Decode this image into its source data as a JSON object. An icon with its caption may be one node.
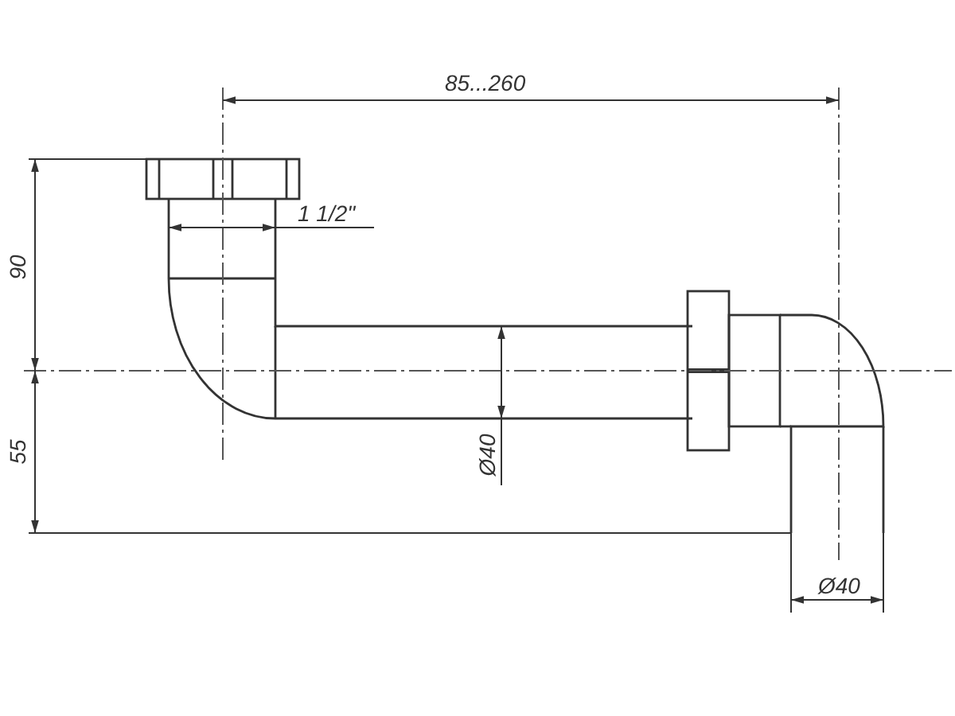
{
  "diagram": {
    "labels": [
      "85...260",
      "1 1/2\"",
      "90",
      "55",
      "Ø40",
      "Ø40"
    ]
  }
}
